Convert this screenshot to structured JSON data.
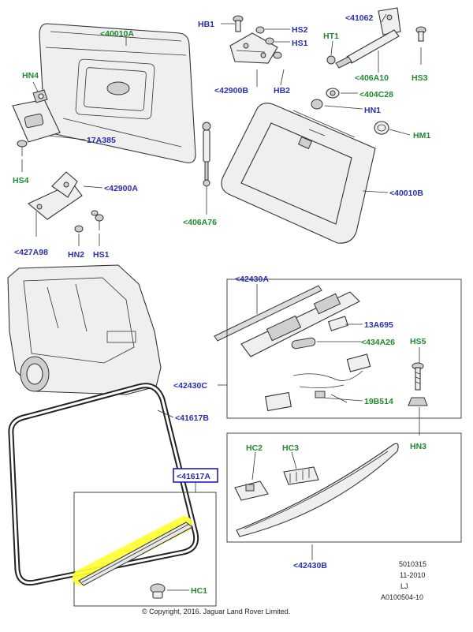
{
  "labels": {
    "l_40010A": "<40010A",
    "l_HB1": "HB1",
    "l_HS2": "HS2",
    "l_HS1_top": "HS1",
    "l_41062": "<41062",
    "l_HT1": "HT1",
    "l_HN4": "HN4",
    "l_42900B": "<42900B",
    "l_HB2": "HB2",
    "l_406A10": "<406A10",
    "l_HS3": "HS3",
    "l_404C28": "<404C28",
    "l_HN1": "HN1",
    "l_17A385": "17A385",
    "l_HM1": "HM1",
    "l_HS4": "HS4",
    "l_42900A": "<42900A",
    "l_40010B": "<40010B",
    "l_406A76": "<406A76",
    "l_427A98": "<427A98",
    "l_HN2": "HN2",
    "l_HS1_bottom": "HS1",
    "l_42430A": "<42430A",
    "l_13A695": "13A695",
    "l_HS5": "HS5",
    "l_434A26": "<434A26",
    "l_42430C": "<42430C",
    "l_19B514": "19B514",
    "l_41617B": "<41617B",
    "l_HN3": "HN3",
    "l_HC2": "HC2",
    "l_HC3": "HC3",
    "l_41617A": "<41617A",
    "l_42430B": "<42430B",
    "l_HC1": "HC1"
  },
  "info": {
    "code": "5010315",
    "date": "11-2010",
    "initials": "LJ",
    "ref": "A0100504-10"
  },
  "copyright": "© Copyright, 2016. Jaguar Land Rover Limited.",
  "colors": {
    "label_blue": "#2a2fb4",
    "label_green": "#1f8a2e",
    "highlight": "#ffff33",
    "selected_box": "#1a1ac8"
  },
  "highlighted_part": "41617A"
}
